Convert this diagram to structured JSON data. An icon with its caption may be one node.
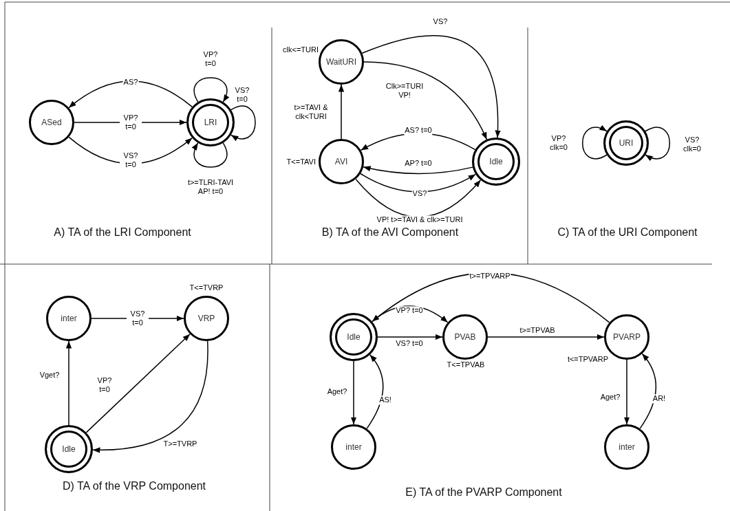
{
  "diagram": {
    "nodes": [
      {
        "text": [
          "ASed"
        ]
      },
      {
        "text": [
          "LRI"
        ]
      },
      {
        "text": [
          "WaitURI"
        ],
        "beside": [
          "clk<=TURI"
        ]
      },
      {
        "text": [
          "AVI"
        ],
        "beside": [
          "T<=TAVI"
        ]
      },
      {
        "text": [
          "Idle"
        ]
      },
      {
        "text": [
          "URI"
        ]
      },
      {
        "text": [
          "inter"
        ]
      },
      {
        "text": [
          "VRP"
        ],
        "beside": [
          "T<=TVRP"
        ]
      },
      {
        "text": [
          "Idle"
        ]
      },
      {
        "text": [
          "Idle"
        ]
      },
      {
        "text": [
          "PVAB"
        ],
        "beside": [
          "T<=TPVAB"
        ]
      },
      {
        "text": [
          "PVARP"
        ],
        "beside": [
          "t<=TPVARP"
        ]
      },
      {
        "text": [
          "inter"
        ]
      },
      {
        "text": [
          "inter"
        ]
      }
    ],
    "edges": [
      {
        "from": 1,
        "to": 0,
        "arrow": "to",
        "label": "AS?"
      },
      {
        "from": 0,
        "to": 1,
        "arrow": "to",
        "label": "VP? t=0"
      },
      {
        "from": 0,
        "to": 1,
        "arrow": "to",
        "label": "VS? t=0"
      },
      {
        "from": 1,
        "to": 1,
        "arrow": "to",
        "label": "VP? t=0"
      },
      {
        "from": 1,
        "to": 1,
        "arrow": "to",
        "label": "VS? t=0"
      },
      {
        "from": 1,
        "to": 1,
        "arrow": "to",
        "label": "t>=TLRI-TAVI AP! t=0"
      },
      {
        "from": 2,
        "to": 4,
        "arrow": "to",
        "label": "VS?"
      },
      {
        "from": 2,
        "to": 4,
        "arrow": "to",
        "label": "Clk>=TURI VP!"
      },
      {
        "from": 3,
        "to": 2,
        "arrow": "to",
        "label": "t>=TAVI & clk<TURI"
      },
      {
        "from": 4,
        "to": 3,
        "arrow": "to",
        "label": "AS? t=0"
      },
      {
        "from": 4,
        "to": 3,
        "arrow": "to",
        "label": "AP? t=0"
      },
      {
        "from": 3,
        "to": 4,
        "arrow": "to",
        "label": "VS?"
      },
      {
        "from": 3,
        "to": 4,
        "arrow": "to",
        "label": "VP! t>=TAVI & clk>=TURI"
      },
      {
        "from": 5,
        "to": 5,
        "arrow": "to",
        "label": "VP? clk=0"
      },
      {
        "from": 5,
        "to": 5,
        "arrow": "to",
        "label": "VS? clk=0"
      },
      {
        "from": 6,
        "to": 7,
        "arrow": "to",
        "label": "VS? t=0"
      },
      {
        "from": 8,
        "to": 6,
        "arrow": "to",
        "label": "Vget?"
      },
      {
        "from": 8,
        "to": 7,
        "arrow": "to",
        "label": "VP? t=0"
      },
      {
        "from": 7,
        "to": 8,
        "arrow": "to",
        "label": "T>=TVRP"
      },
      {
        "from": 11,
        "to": 9,
        "arrow": "to",
        "label": "t>=TPVARP"
      },
      {
        "from": 9,
        "to": 10,
        "arrow": "to",
        "label": "VP? t=0"
      },
      {
        "from": 9,
        "to": 10,
        "arrow": "to",
        "label": "VS? t=0"
      },
      {
        "from": 10,
        "to": 11,
        "arrow": "to",
        "label": "t>=TPVAB"
      },
      {
        "from": 9,
        "to": 12,
        "arrow": "to",
        "label": "Aget?"
      },
      {
        "from": 12,
        "to": 9,
        "arrow": "to",
        "label": "AS!"
      },
      {
        "from": 11,
        "to": 13,
        "arrow": "to",
        "label": "Aget?"
      },
      {
        "from": 13,
        "to": 11,
        "arrow": "to",
        "label": "AR!"
      }
    ],
    "labels": [
      "A) TA of the LRI Component",
      "B) TA of the AVI Component",
      "C) TA of the URI Component",
      "D) TA of the VRP Component",
      "E) TA of the PVARP Component"
    ]
  }
}
